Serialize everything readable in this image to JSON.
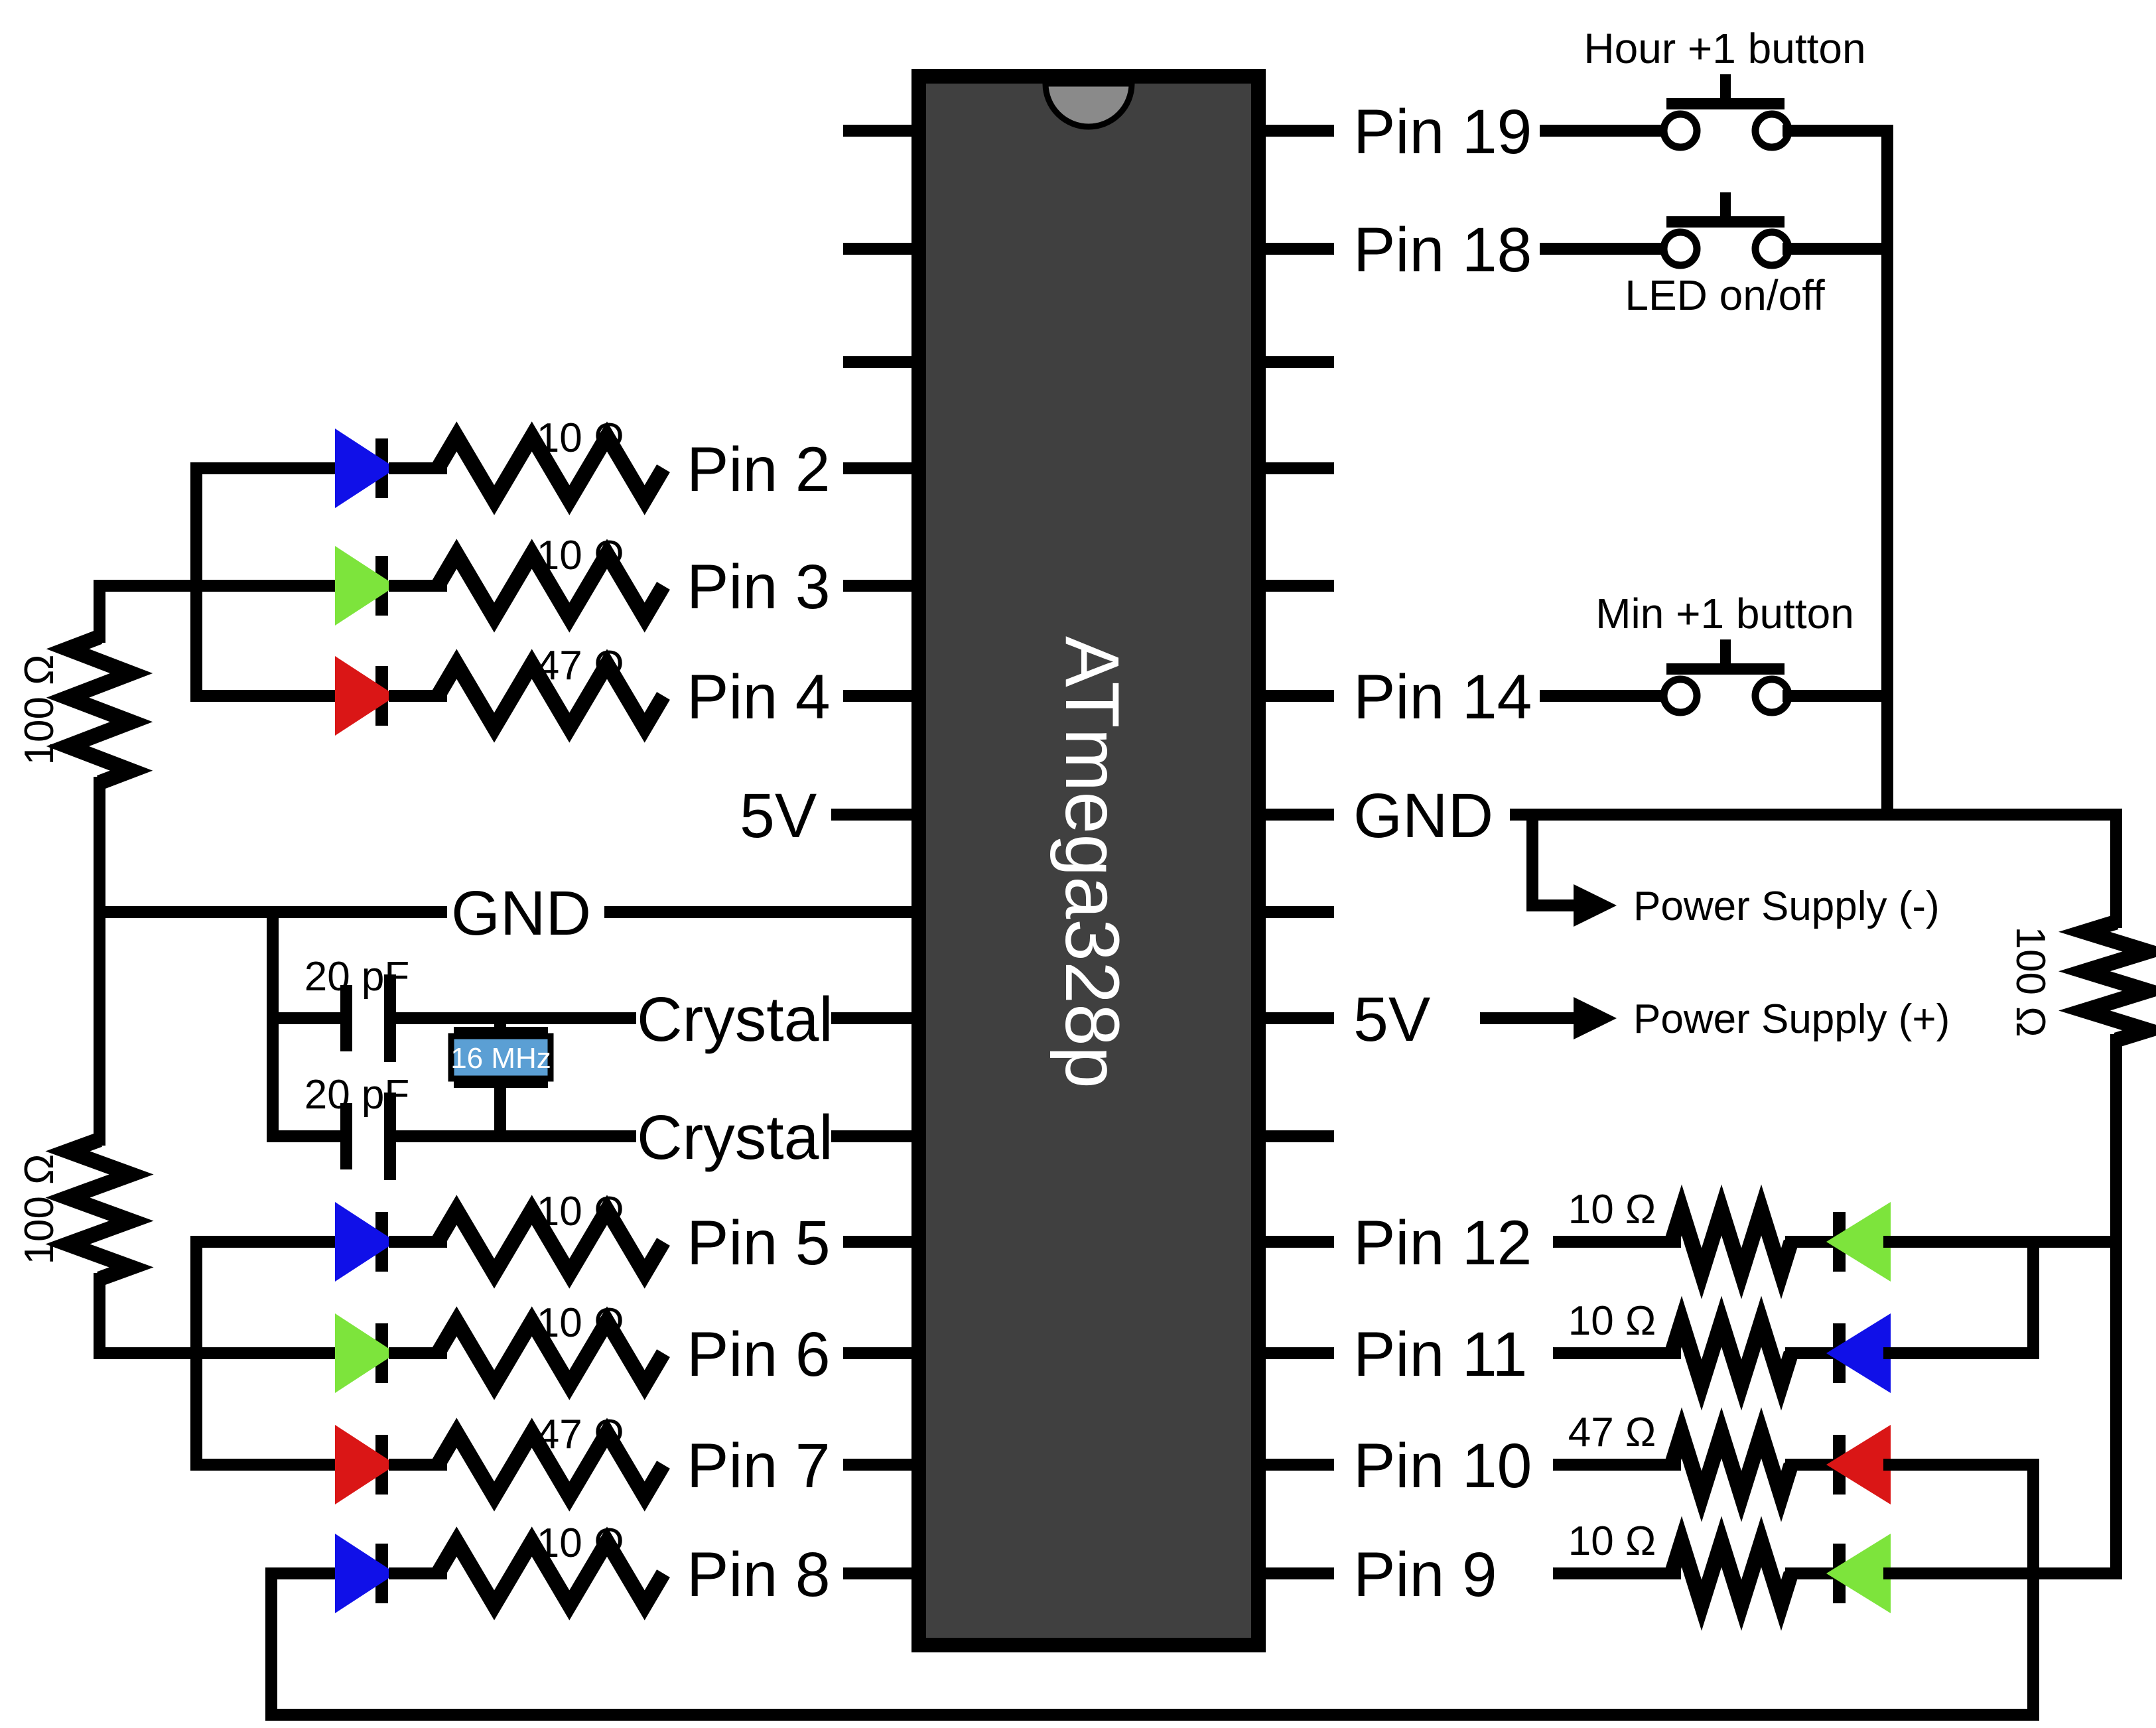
{
  "chip": {
    "label": "ATmega328p",
    "body_color": "#404040",
    "notch_color": "#8a8a8a"
  },
  "colors": {
    "wire": "#000000",
    "supply_red": "#dd0000",
    "led_blue": "#1010e8",
    "led_green": "#7de43c",
    "led_red": "#da1616",
    "crystal_fill": "#5b9fd4"
  },
  "left": {
    "top_leds": [
      {
        "pin": "Pin 2",
        "resistor": "10 Ω",
        "led_color": "blue",
        "led_hex": "#1010e8"
      },
      {
        "pin": "Pin 3",
        "resistor": "10 Ω",
        "led_color": "green",
        "led_hex": "#7de43c"
      },
      {
        "pin": "Pin 4",
        "resistor": "47 Ω",
        "led_color": "red",
        "led_hex": "#da1616"
      }
    ],
    "power_pin": "5V",
    "ground_pin": "GND",
    "caps": [
      {
        "value": "20 pF"
      },
      {
        "value": "20 pF"
      }
    ],
    "crystal": {
      "freq": "16 MHz",
      "pin_top": "Crystal",
      "pin_bottom": "Crystal"
    },
    "pullup_top": "100 Ω",
    "pullup_bottom": "100 Ω",
    "bottom_leds": [
      {
        "pin": "Pin 5",
        "resistor": "10 Ω",
        "led_color": "blue",
        "led_hex": "#1010e8"
      },
      {
        "pin": "Pin 6",
        "resistor": "10 Ω",
        "led_color": "green",
        "led_hex": "#7de43c"
      },
      {
        "pin": "Pin 7",
        "resistor": "47 Ω",
        "led_color": "red",
        "led_hex": "#da1616"
      },
      {
        "pin": "Pin 8",
        "resistor": "10 Ω",
        "led_color": "blue",
        "led_hex": "#1010e8"
      }
    ]
  },
  "right": {
    "buttons": [
      {
        "pin": "Pin 19",
        "label": "Hour +1 button"
      },
      {
        "pin": "Pin 18",
        "label": "LED on/off"
      },
      {
        "pin": "Pin 14",
        "label": "Min +1 button"
      }
    ],
    "ground_pin": "GND",
    "power_pin": "5V",
    "power_neg_label": "Power Supply (-)",
    "power_pos_label": "Power Supply (+)",
    "pullup": "100 Ω",
    "leds": [
      {
        "pin": "Pin 12",
        "resistor": "10 Ω",
        "led_color": "green",
        "led_hex": "#7de43c"
      },
      {
        "pin": "Pin 11",
        "resistor": "10 Ω",
        "led_color": "blue",
        "led_hex": "#1010e8"
      },
      {
        "pin": "Pin 10",
        "resistor": "47 Ω",
        "led_color": "red",
        "led_hex": "#da1616"
      },
      {
        "pin": "Pin 9",
        "resistor": "10 Ω",
        "led_color": "green",
        "led_hex": "#7de43c"
      }
    ]
  }
}
